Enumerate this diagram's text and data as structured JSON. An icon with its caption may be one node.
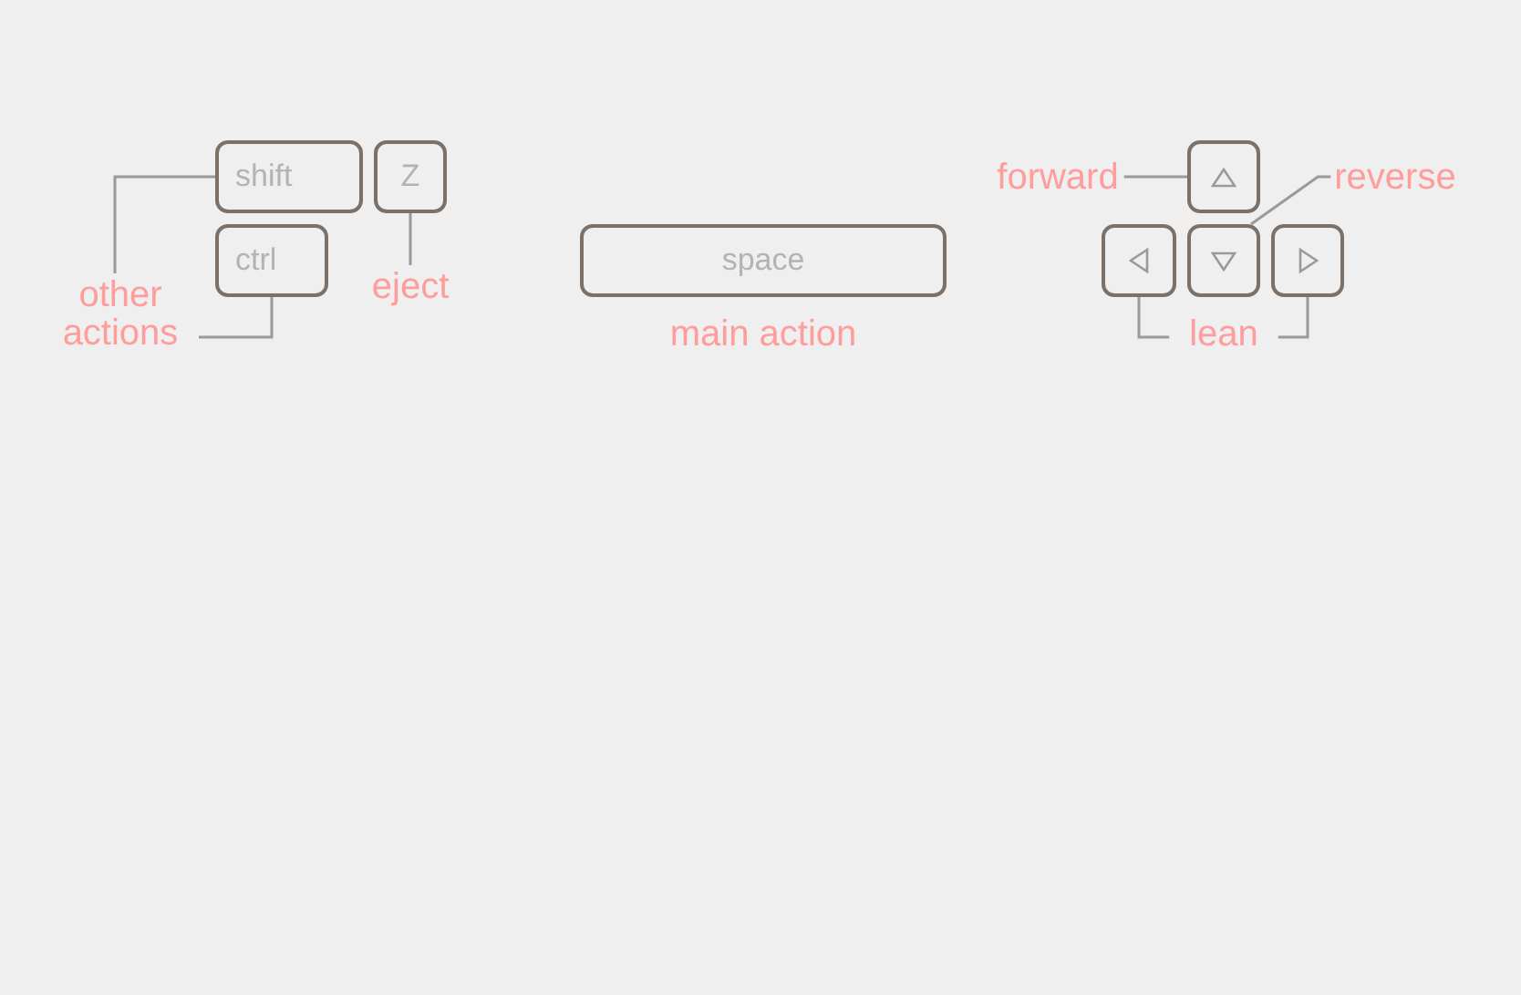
{
  "diagram": {
    "nodes": [
      {
        "text": [
          "shift"
        ]
      },
      {
        "text": [
          "Z"
        ]
      },
      {
        "text": [
          "ctrl"
        ]
      },
      {
        "text": [
          "other actions"
        ]
      },
      {
        "text": [
          "eject"
        ]
      },
      {
        "text": [
          "space"
        ],
        "beside": [
          "main action"
        ]
      },
      {
        "text": [],
        "shape": "box"
      },
      {
        "text": [],
        "shape": "box"
      },
      {
        "text": [],
        "shape": "box"
      },
      {
        "text": [],
        "shape": "box"
      },
      {
        "text": [
          "forward"
        ]
      },
      {
        "text": [
          "reverse"
        ]
      },
      {
        "text": [
          "lean"
        ]
      }
    ],
    "edges": [
      {
        "from": 3,
        "to": 0,
        "arrow": "none"
      },
      {
        "from": 3,
        "to": 2,
        "arrow": "none"
      },
      {
        "from": 4,
        "to": 1,
        "arrow": "none"
      },
      {
        "from": 10,
        "to": 6,
        "arrow": "none"
      },
      {
        "from": 11,
        "to": 8,
        "arrow": "none"
      },
      {
        "from": 12,
        "to": 7,
        "arrow": "none"
      },
      {
        "from": 12,
        "to": 9,
        "arrow": "none"
      }
    ]
  }
}
